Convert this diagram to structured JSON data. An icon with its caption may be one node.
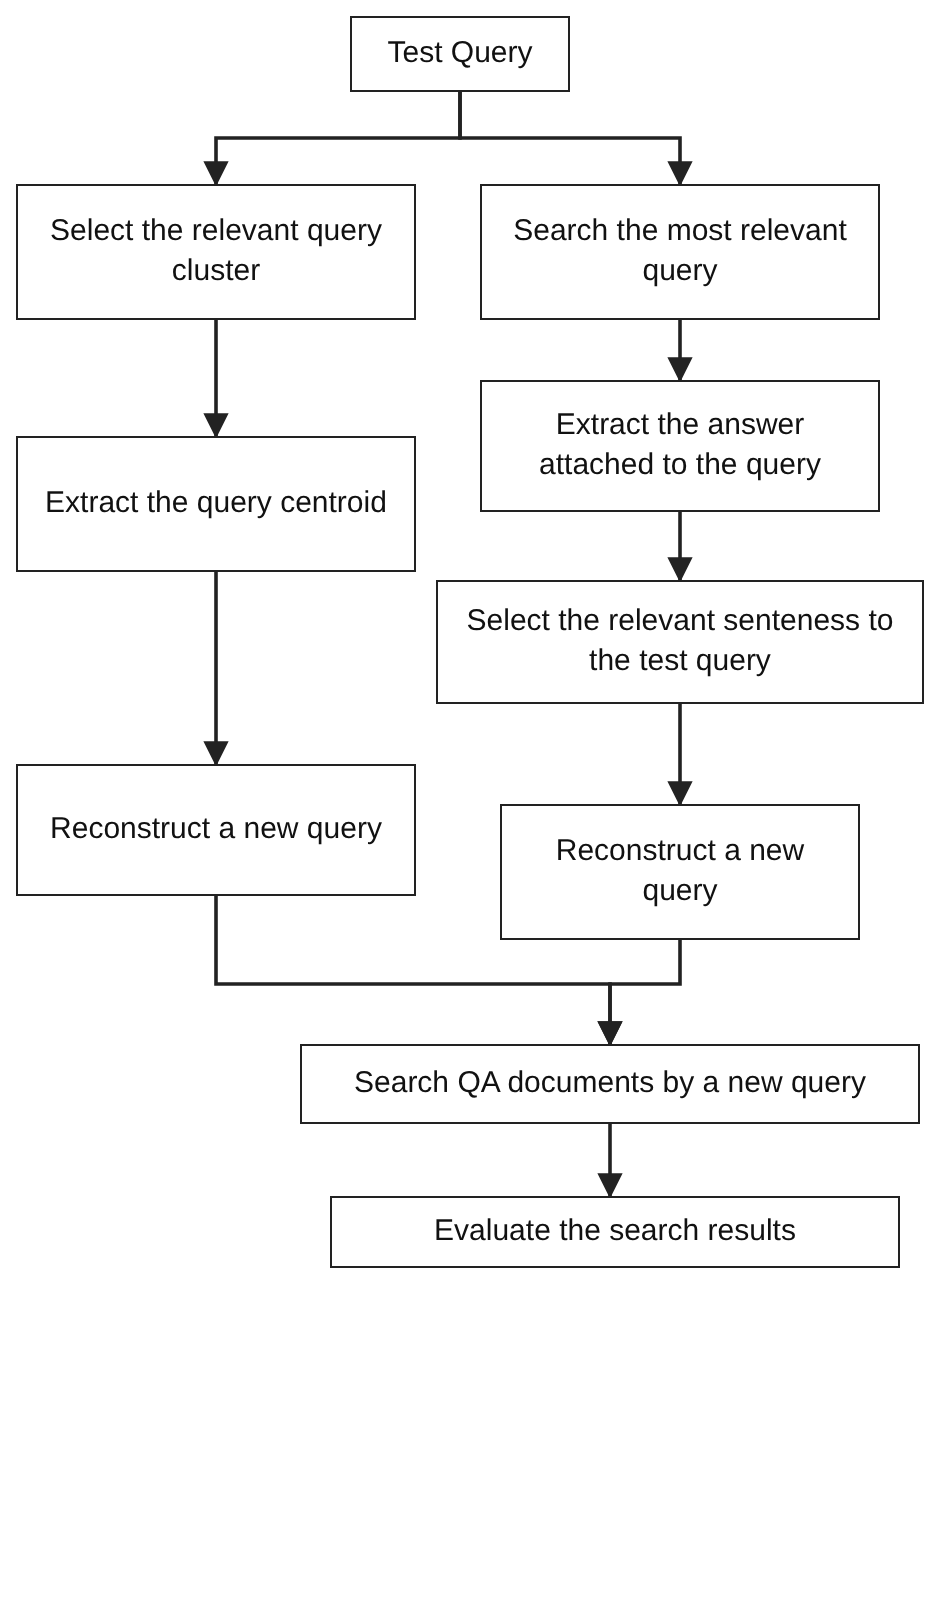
{
  "diagram": {
    "nodes": [
      {
        "text": [
          "Test Query"
        ]
      },
      {
        "text": [
          "Select the relevant query cluster"
        ]
      },
      {
        "text": [
          "Search the most relevant query"
        ]
      },
      {
        "text": [
          "Extract the query centroid"
        ]
      },
      {
        "text": [
          "Extract the answer attached to the query"
        ]
      },
      {
        "text": [
          "Select the relevant senteness to the test query"
        ]
      },
      {
        "text": [
          "Reconstruct a new query"
        ]
      },
      {
        "text": [
          "Reconstruct a new query"
        ]
      },
      {
        "text": [
          "Search QA documents by a new query"
        ]
      },
      {
        "text": [
          "Evaluate the search results"
        ]
      }
    ],
    "edges": [
      {
        "from": 0,
        "to": 1,
        "arrow": "to"
      },
      {
        "from": 0,
        "to": 2,
        "arrow": "to"
      },
      {
        "from": 1,
        "to": 3,
        "arrow": "to"
      },
      {
        "from": 3,
        "to": 6,
        "arrow": "to"
      },
      {
        "from": 2,
        "to": 4,
        "arrow": "to"
      },
      {
        "from": 4,
        "to": 5,
        "arrow": "to"
      },
      {
        "from": 5,
        "to": 7,
        "arrow": "to"
      },
      {
        "from": 6,
        "to": 8,
        "arrow": "to"
      },
      {
        "from": 7,
        "to": 8,
        "arrow": "to"
      },
      {
        "from": 8,
        "to": 9,
        "arrow": "to"
      }
    ]
  }
}
